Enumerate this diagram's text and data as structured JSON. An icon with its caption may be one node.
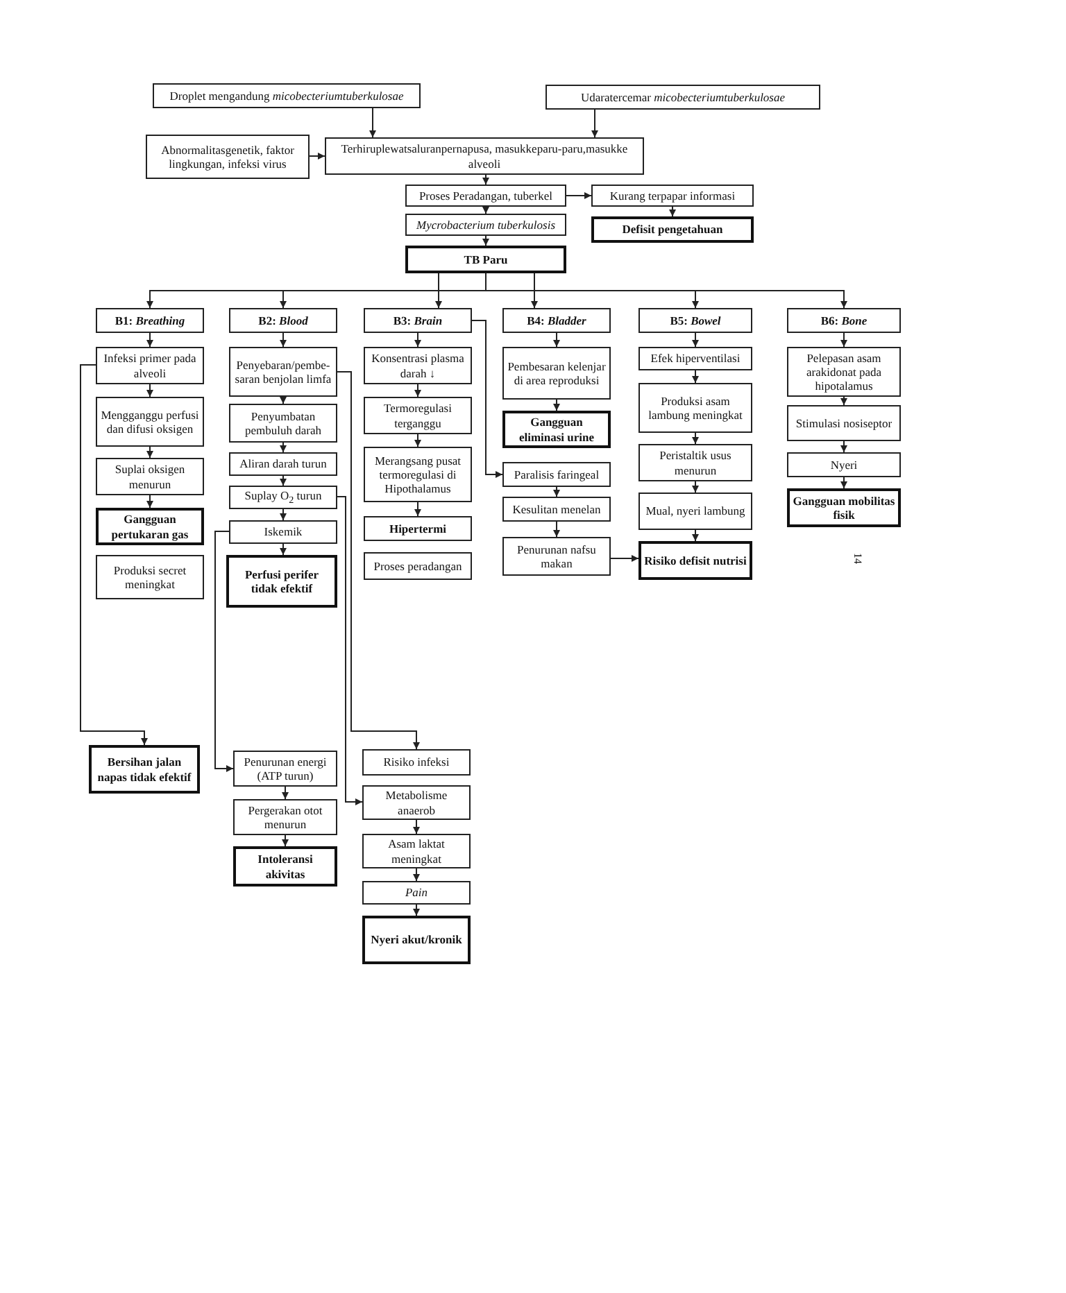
{
  "diagram": {
    "nodes": [
      {
        "text": [
          "Droplet mengandung *micobecteriumtuberkulosae*"
        ]
      },
      {
        "text": [
          "Udaratercemar *micobecteriumtuberkulosae*"
        ]
      },
      {
        "text": [
          "Abnormalitasgenetik, faktor lingkungan, infeksi virus"
        ]
      },
      {
        "text": [
          "Terhiruplewatsaluranpernapusa, masukkeparu-paru,masukke alveoli"
        ]
      },
      {
        "text": [
          "Proses Peradangan, tuberkel"
        ]
      },
      {
        "text": [
          "Kurang terpapar informasi"
        ]
      },
      {
        "text": [
          "Mycrobacterium tuberkulosis"
        ]
      },
      {
        "text": [
          "Defisit pengetahuan"
        ]
      },
      {
        "text": [
          "TB Paru"
        ]
      },
      {
        "text": [
          "B1:  *Breathing*"
        ]
      },
      {
        "text": [
          "B2: *Blood*"
        ]
      },
      {
        "text": [
          "B3: *Brain*"
        ]
      },
      {
        "text": [
          "B4: *Bladder*"
        ]
      },
      {
        "text": [
          "B5: *Bowel*"
        ]
      },
      {
        "text": [
          "B6: *Bone*"
        ]
      },
      {
        "text": [
          "Infeksi primer pada alveoli"
        ]
      },
      {
        "text": [
          "Mengganggu perfusi dan difusi oksigen"
        ]
      },
      {
        "text": [
          "Suplai oksigen menurun"
        ]
      },
      {
        "text": [
          "Gangguan pertukaran gas"
        ]
      },
      {
        "text": [
          "Produksi secret meningkat"
        ]
      },
      {
        "text": [
          "Penyebaran/pembe-saran benjolan limfa"
        ]
      },
      {
        "text": [
          "Penyumbatan pembuluh darah"
        ]
      },
      {
        "text": [
          "Aliran darah turun"
        ]
      },
      {
        "text": [
          "Suplay O$_{2}$ turun"
        ]
      },
      {
        "text": [
          "Iskemik"
        ]
      },
      {
        "text": [
          "Perfusi perifer tidak efektif"
        ]
      },
      {
        "text": [
          "Konsentrasi plasma darah ↓"
        ]
      },
      {
        "text": [
          "Termoregulasi terganggu"
        ]
      },
      {
        "text": [
          "Merangsang pusat termoregulasi di Hipothalamus"
        ]
      },
      {
        "text": [
          "Hipertermi"
        ]
      },
      {
        "text": [
          "Proses peradangan"
        ]
      },
      {
        "text": [
          "Pembesaran kelenjar di area reproduksi"
        ]
      },
      {
        "text": [
          "Gangguan eliminasi urine"
        ]
      },
      {
        "text": [
          "Paralisis faringeal"
        ]
      },
      {
        "text": [
          "Kesulitan menelan"
        ]
      },
      {
        "text": [
          "Penurunan nafsu makan"
        ]
      },
      {
        "text": [
          "Efek hiperventilasi"
        ]
      },
      {
        "text": [
          "Produksi asam lambung meningkat"
        ]
      },
      {
        "text": [
          "Peristaltik usus menurun"
        ]
      },
      {
        "text": [
          "Mual, nyeri lambung"
        ]
      },
      {
        "text": [
          "Risiko defisit nutrisi"
        ]
      },
      {
        "text": [
          "Pelepasan asam arakidonat pada hipotalamus"
        ]
      },
      {
        "text": [
          "Stimulasi nosiseptor"
        ]
      },
      {
        "text": [
          "Nyeri"
        ]
      },
      {
        "text": [
          "Gangguan mobilitas fisik"
        ]
      },
      {
        "text": [
          "Bersihan jalan napas tidak efektif"
        ]
      },
      {
        "text": [
          "Penurunan energi (ATP turun)"
        ]
      },
      {
        "text": [
          "Pergerakan otot menurun"
        ]
      },
      {
        "text": [
          "Intoleransi akivitas"
        ]
      },
      {
        "text": [
          "Risiko infeksi"
        ]
      },
      {
        "text": [
          "Metabolisme anaerob"
        ]
      },
      {
        "text": [
          "Asam laktat meningkat"
        ]
      },
      {
        "text": [
          "Pain"
        ]
      },
      {
        "text": [
          "Nyeri akut/kronik"
        ]
      }
    ],
    "edges": [
      {
        "from": 0,
        "to": 3,
        "arrow": "to"
      },
      {
        "from": 1,
        "to": 3,
        "arrow": "to"
      },
      {
        "from": 2,
        "to": 3,
        "arrow": "to"
      },
      {
        "from": 3,
        "to": 4,
        "arrow": "to"
      },
      {
        "from": 4,
        "to": 5,
        "arrow": "to"
      },
      {
        "from": 4,
        "to": 6,
        "arrow": "to"
      },
      {
        "from": 5,
        "to": 7,
        "arrow": "to"
      },
      {
        "from": 6,
        "to": 8,
        "arrow": "to"
      },
      {
        "from": 8,
        "to": 9,
        "arrow": "to"
      },
      {
        "from": 8,
        "to": 10,
        "arrow": "to"
      },
      {
        "from": 8,
        "to": 11,
        "arrow": "to"
      },
      {
        "from": 8,
        "to": 12,
        "arrow": "to"
      },
      {
        "from": 8,
        "to": 13,
        "arrow": "to"
      },
      {
        "from": 8,
        "to": 14,
        "arrow": "to"
      },
      {
        "from": 9,
        "to": 15,
        "arrow": "to"
      },
      {
        "from": 15,
        "to": 16,
        "arrow": "to"
      },
      {
        "from": 16,
        "to": 17,
        "arrow": "to"
      },
      {
        "from": 17,
        "to": 18,
        "arrow": "to"
      },
      {
        "from": 10,
        "to": 20,
        "arrow": "to"
      },
      {
        "from": 20,
        "to": 21,
        "arrow": "to"
      },
      {
        "from": 21,
        "to": 22,
        "arrow": "to"
      },
      {
        "from": 22,
        "to": 23,
        "arrow": "to"
      },
      {
        "from": 23,
        "to": 24,
        "arrow": "to"
      },
      {
        "from": 24,
        "to": 25,
        "arrow": "to"
      },
      {
        "from": 11,
        "to": 26,
        "arrow": "to"
      },
      {
        "from": 26,
        "to": 27,
        "arrow": "to"
      },
      {
        "from": 27,
        "to": 28,
        "arrow": "to"
      },
      {
        "from": 28,
        "to": 29,
        "arrow": "to"
      },
      {
        "from": 12,
        "to": 31,
        "arrow": "to"
      },
      {
        "from": 31,
        "to": 32,
        "arrow": "to"
      },
      {
        "from": 11,
        "to": 33,
        "arrow": "to"
      },
      {
        "from": 33,
        "to": 34,
        "arrow": "to"
      },
      {
        "from": 34,
        "to": 35,
        "arrow": "to"
      },
      {
        "from": 35,
        "to": 40,
        "arrow": "to"
      },
      {
        "from": 13,
        "to": 36,
        "arrow": "to"
      },
      {
        "from": 36,
        "to": 37,
        "arrow": "to"
      },
      {
        "from": 37,
        "to": 38,
        "arrow": "to"
      },
      {
        "from": 38,
        "to": 39,
        "arrow": "to"
      },
      {
        "from": 39,
        "to": 40,
        "arrow": "to"
      },
      {
        "from": 14,
        "to": 41,
        "arrow": "to"
      },
      {
        "from": 41,
        "to": 42,
        "arrow": "to"
      },
      {
        "from": 42,
        "to": 43,
        "arrow": "to"
      },
      {
        "from": 43,
        "to": 44,
        "arrow": "to"
      },
      {
        "from": 15,
        "to": 45,
        "arrow": "to"
      },
      {
        "from": 20,
        "to": 49,
        "arrow": "to"
      },
      {
        "from": 23,
        "to": 50,
        "arrow": "to"
      },
      {
        "from": 24,
        "to": 46,
        "arrow": "to"
      },
      {
        "from": 46,
        "to": 47,
        "arrow": "to"
      },
      {
        "from": 47,
        "to": 48,
        "arrow": "to"
      },
      {
        "from": 50,
        "to": 51,
        "arrow": "to"
      },
      {
        "from": 51,
        "to": 52,
        "arrow": "to"
      },
      {
        "from": 52,
        "to": 53,
        "arrow": "to"
      }
    ],
    "labels": [
      "14"
    ]
  }
}
